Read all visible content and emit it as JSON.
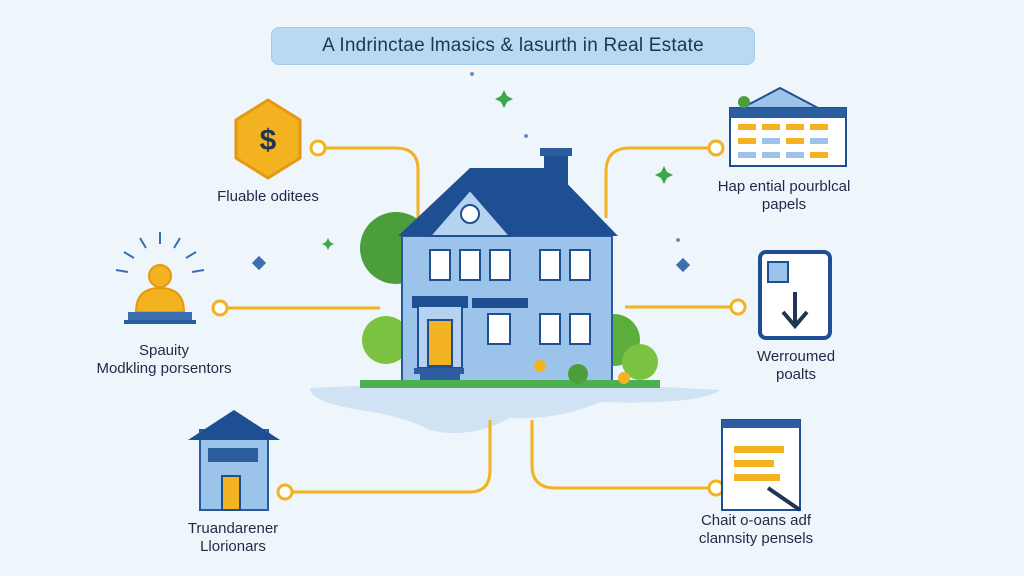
{
  "title": "A Indrinctae lmasics & lasurth in Real Estate",
  "nodes": [
    {
      "id": "top-left",
      "icon": "dollar-shield-icon",
      "label_lines": [
        "Fluable oditees"
      ]
    },
    {
      "id": "mid-left",
      "icon": "coin-lamp-icon",
      "label_lines": [
        "Spauity",
        "Modkling porsentors"
      ]
    },
    {
      "id": "bottom-left",
      "icon": "small-house-icon",
      "label_lines": [
        "Truandarener",
        "Llorionars"
      ]
    },
    {
      "id": "top-right",
      "icon": "building-calendar-icon",
      "label_lines": [
        "Hap ential pourblcal",
        "papels"
      ]
    },
    {
      "id": "mid-right",
      "icon": "tablet-download-icon",
      "label_lines": [
        "Werroumed",
        "poalts"
      ]
    },
    {
      "id": "bottom-right",
      "icon": "document-pen-icon",
      "label_lines": [
        "Chait o-oans adf",
        "clannsity pensels"
      ]
    }
  ],
  "colors": {
    "background": "#eef6fc",
    "connector": "#f3b21f",
    "house_wall": "#9cc4ea",
    "roof": "#1f4f93",
    "tree": "#5cae3c",
    "accent_green": "#4caf50"
  }
}
